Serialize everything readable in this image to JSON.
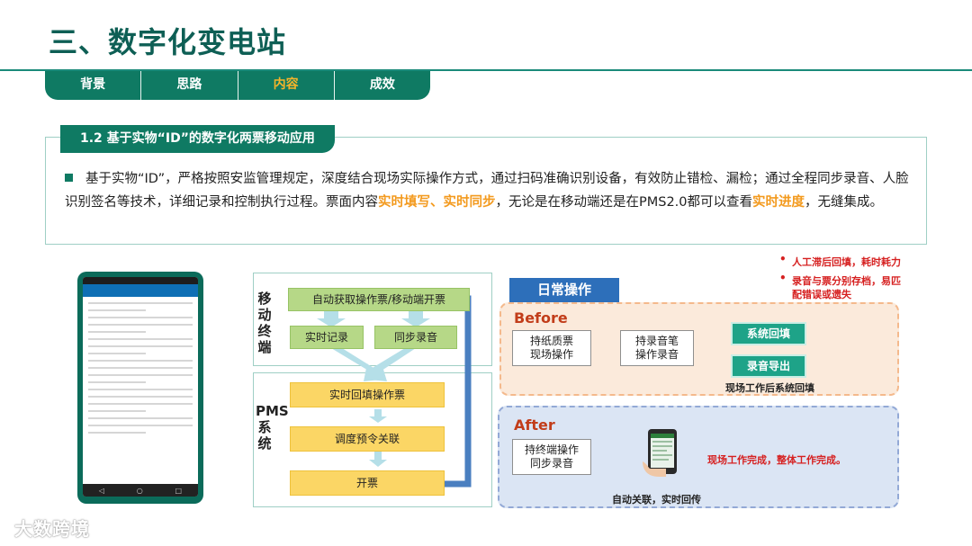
{
  "title": "三、数字化变电站",
  "tabs": [
    {
      "label": "背景"
    },
    {
      "label": "思路"
    },
    {
      "label": "内容"
    },
    {
      "label": "成效"
    }
  ],
  "active_tab": "内容",
  "section": {
    "subtitle": "1.2 基于实物“ID”的数字化两票移动应用",
    "paragraph": {
      "part1": "基于实物“ID”，严格按照安监管理规定，深度结合现场实际操作方式，通过扫码准确识别设备，有效防止错检、漏检；通过全程同步录音、人脸识别签名等技术，详细记录和控制执行过程。票面内容",
      "hl1": "实时填写、实时同步",
      "part2": "，无论是在移动端还是在PMS2.0都可以查看",
      "hl2": "实时进度",
      "part3": "，无缝集成。"
    }
  },
  "flow": {
    "mobile_label": "移动终端",
    "pms_label": "PMS系统",
    "box_auto": "自动获取操作票/移动端开票",
    "box_record": "实时记录",
    "box_sync": "同步录音",
    "box_backfill": "实时回填操作票",
    "box_dispatch": "调度预令关联",
    "box_issue": "开票"
  },
  "daily": {
    "tab_label": "日常操作",
    "before_label": "Before",
    "before_paper": "持纸质票\n现场操作",
    "before_pen": "持录音笔\n操作录音",
    "before_sys": "系统回填",
    "before_export": "录音导出",
    "before_caption": "现场工作后系统回填",
    "pain1": "人工滞后回填，耗时耗力",
    "pain2": "录音与票分别存档，易匹配错误或遗失",
    "after_label": "After",
    "after_terminal": "持终端操作\n同步录音",
    "after_done": "现场工作完成，整体工作完成。",
    "after_caption": "自动关联，实时回传"
  },
  "watermark": "大数跨境",
  "colors": {
    "brand": "#0f7a63",
    "highlight": "#f39a1e",
    "alert": "#d62020"
  }
}
